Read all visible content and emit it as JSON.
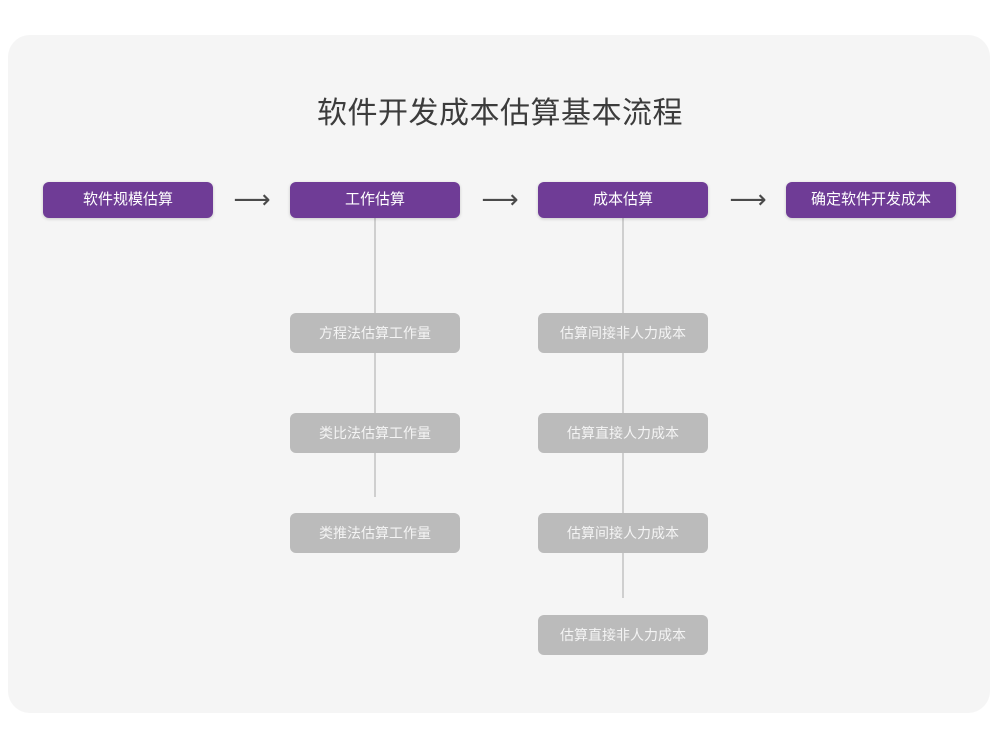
{
  "diagram": {
    "title": "软件开发成本估算基本流程",
    "arrow_glyph": "⟶",
    "colors": {
      "canvas": "#ffffff",
      "card": "#f5f5f5",
      "primary_node": "#6f3c96",
      "secondary_node": "#bbbbbb",
      "connector": "#cfcfcf",
      "title_text": "#3c3c3c",
      "primary_text": "#ffffff",
      "secondary_text": "#f4f4f4"
    },
    "stages": [
      {
        "label": "软件规模估算",
        "substeps": []
      },
      {
        "label": "工作估算",
        "substeps": [
          "方程法估算工作量",
          "类比法估算工作量",
          "类推法估算工作量"
        ]
      },
      {
        "label": "成本估算",
        "substeps": [
          "估算间接非人力成本",
          "估算直接人力成本",
          "估算间接人力成本",
          "估算直接非人力成本"
        ]
      },
      {
        "label": "确定软件开发成本",
        "substeps": []
      }
    ],
    "arrows": [
      {
        "from": "软件规模估算",
        "to": "工作估算"
      },
      {
        "from": "工作估算",
        "to": "成本估算"
      },
      {
        "from": "成本估算",
        "to": "确定软件开发成本"
      }
    ]
  }
}
